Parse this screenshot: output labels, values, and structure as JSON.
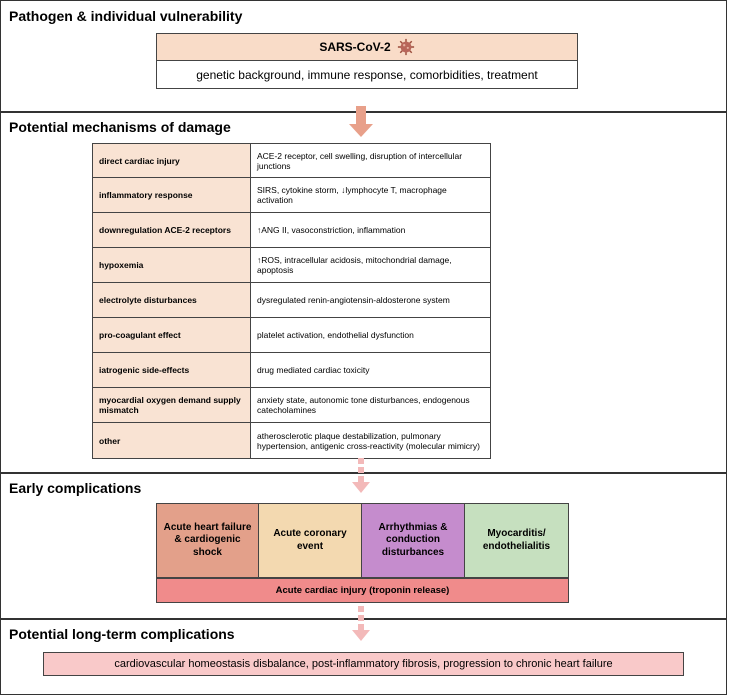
{
  "sections": {
    "pathogen": "Pathogen & individual vulnerability",
    "mechanisms": "Potential mechanisms of damage",
    "early": "Early complications",
    "longterm": "Potential long-term complications"
  },
  "pathogen": {
    "virus": "SARS-CoV-2",
    "factors": "genetic background, immune response, comorbidities, treatment"
  },
  "mechanisms": [
    {
      "name": "direct cardiac injury",
      "desc": "ACE-2 receptor, cell swelling, disruption of intercellular junctions"
    },
    {
      "name": "inflammatory response",
      "desc": "SIRS, cytokine storm, ↓lymphocyte T, macrophage activation"
    },
    {
      "name": "downregulation ACE-2 receptors",
      "desc": "↑ANG II, vasoconstriction, inflammation"
    },
    {
      "name": "hypoxemia",
      "desc": "↑ROS, intracellular acidosis, mitochondrial damage, apoptosis"
    },
    {
      "name": "electrolyte disturbances",
      "desc": "dysregulated renin-angiotensin-aldosterone system"
    },
    {
      "name": "pro-coagulant effect",
      "desc": "platelet activation, endothelial dysfunction"
    },
    {
      "name": "iatrogenic side-effects",
      "desc": "drug mediated cardiac toxicity"
    },
    {
      "name": "myocardial oxygen demand supply mismatch",
      "desc": "anxiety state, autonomic tone disturbances, endogenous catecholamines"
    },
    {
      "name": "other",
      "desc": "atherosclerotic plaque destabilization, pulmonary hypertension, antigenic cross-reactivity (molecular mimicry)"
    }
  ],
  "early": {
    "boxes": [
      {
        "label": "Acute heart failure & cardiogenic shock",
        "color": "#e3a08a"
      },
      {
        "label": "Acute coronary event",
        "color": "#f3d9b0"
      },
      {
        "label": "Arrhythmias & conduction disturbances",
        "color": "#c58ccd"
      },
      {
        "label": "Myocarditis/ endothelialitis",
        "color": "#c6e0bf"
      }
    ],
    "injury": "Acute cardiac injury (troponin release)"
  },
  "longterm": "cardiovascular homeostasis disbalance, post-inflammatory fibrosis, progression to chronic heart failure",
  "colors": {
    "arrow": "#e8a08a",
    "dashed_arrow": "#f3b9b9"
  }
}
